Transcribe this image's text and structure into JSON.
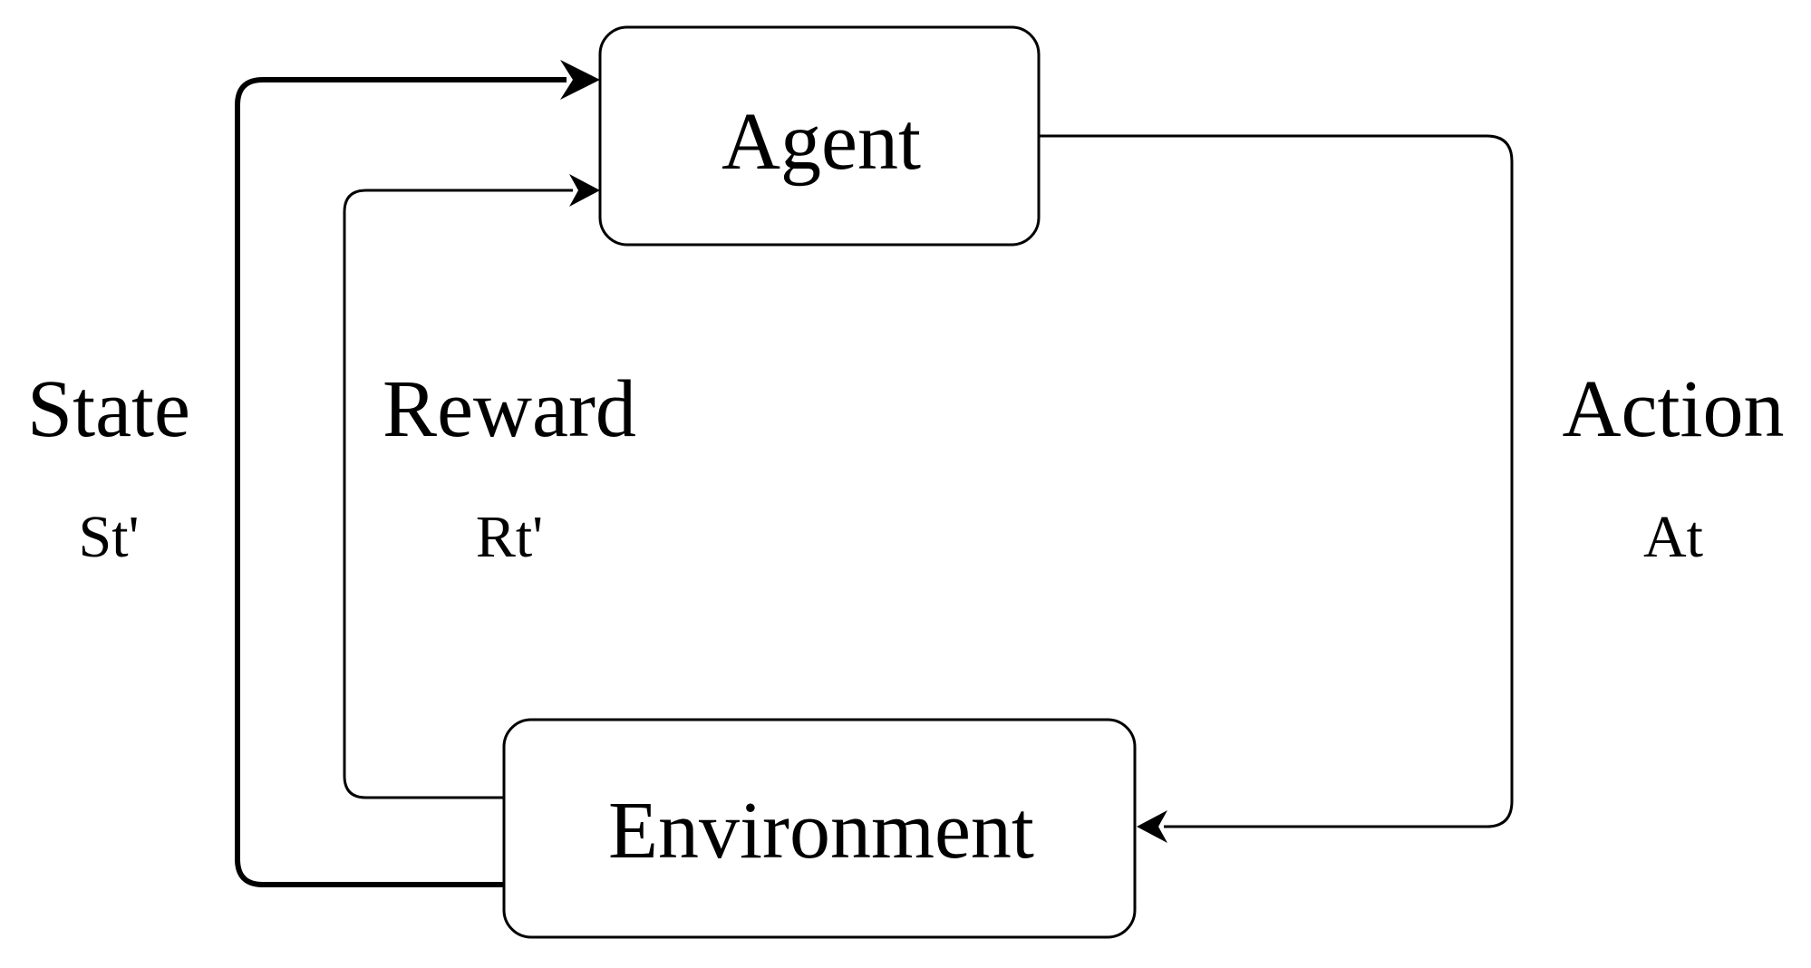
{
  "nodes": {
    "agent": {
      "label": "Agent"
    },
    "environment": {
      "label": "Environment"
    }
  },
  "edges": {
    "state": {
      "title": "State",
      "symbol": "St'"
    },
    "reward": {
      "title": "Reward",
      "symbol": "Rt'"
    },
    "action": {
      "title": "Action",
      "symbol": "At"
    }
  },
  "colors": {
    "stroke": "#000000",
    "background": "#ffffff"
  }
}
